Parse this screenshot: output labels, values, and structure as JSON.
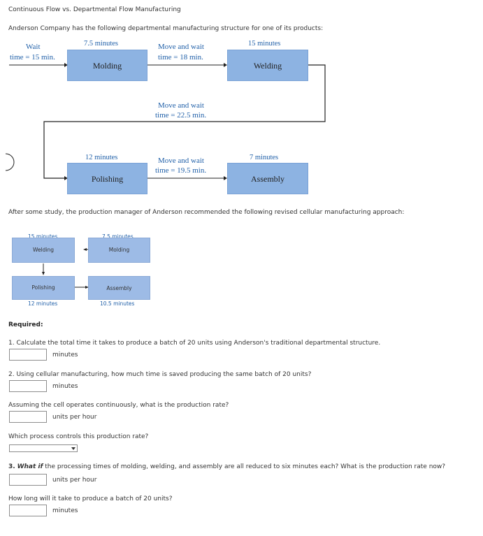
{
  "page_title": "Continuous Flow vs. Departmental Flow Manufacturing",
  "intro": "Anderson Company has the following departmental manufacturing structure for one of its products:",
  "diagram1": {
    "wait_label": "Wait",
    "wait_time": "time = 15 min.",
    "molding_time": "7.5 minutes",
    "molding": "Molding",
    "move1_a": "Move and wait",
    "move1_b": "time = 18 min.",
    "welding_time": "15 minutes",
    "welding": "Welding",
    "move2_a": "Move and wait",
    "move2_b": "time = 22.5 min.",
    "polishing_time": "12 minutes",
    "polishing": "Polishing",
    "move3_a": "Move and wait",
    "move3_b": "time = 19.5 min.",
    "assembly_time": "7 minutes",
    "assembly": "Assembly"
  },
  "transition": "After some study, the production manager of Anderson recommended the following revised cellular manufacturing approach:",
  "cell": {
    "welding_time": "15 minutes",
    "welding": "Welding",
    "molding_time": "7.5 minutes",
    "molding": "Molding",
    "polishing": "Polishing",
    "polishing_time": "12 minutes",
    "assembly": "Assembly",
    "assembly_time": "10.5 minutes"
  },
  "required": "Required:",
  "q1": "1. Calculate the total time it takes to produce a batch of 20 units using Anderson's traditional departmental structure.",
  "q1_unit": "minutes",
  "q2": "2. Using cellular manufacturing, how much time is saved producing the same batch of 20 units?",
  "q2_unit": "minutes",
  "q2b": "Assuming the cell operates continuously, what is the production rate?",
  "q2b_unit": "units per hour",
  "q2c": "Which process controls this production rate?",
  "q3_whatif": "What if",
  "q3_num": "3.",
  "q3_rest": "the processing times of molding, welding, and assembly are all reduced to six minutes each? What is the production rate now?",
  "q3_unit": "units per hour",
  "q3b": "How long will it take to produce a batch of 20 units?",
  "q3b_unit": "minutes"
}
